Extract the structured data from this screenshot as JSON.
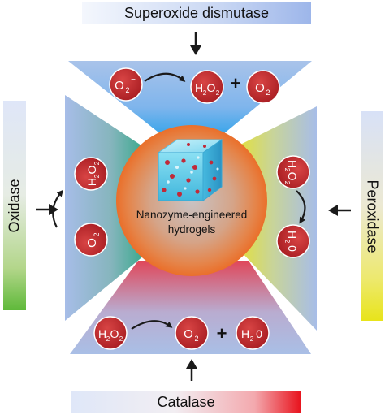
{
  "colors": {
    "top_panel": "#9bb8e6",
    "top_panel_inner": "#3aa2e8",
    "bottom_panel": "#9bb8e6",
    "bottom_panel_inner": "#e34d5c",
    "left_panel": "#9bb8e6",
    "left_panel_inner": "#3aa98f",
    "right_panel": "#9bb8e6",
    "right_panel_inner": "#e2df3a",
    "circle_outer": "#e9742e",
    "circle_inner": "#c7c1c1",
    "molecule": "#c0282a",
    "arrow": "#1a1a1a"
  },
  "enzymes": {
    "top": "Superoxide dismutase",
    "bottom": "Catalase",
    "left": "Oxidase",
    "right": "Peroxidase"
  },
  "center": {
    "line1": "Nanozyme-engineered",
    "line2": "hydrogels",
    "icon": "hydrogel-cube-icon"
  },
  "molecules": {
    "o2": "O",
    "o2_sub": "2",
    "superoxide_sup": "−",
    "h2o2_h": "H",
    "h2o2_sub1": "2",
    "h2o2_o": "O",
    "h2o2_sub2": "2",
    "h2o_h": "H",
    "h2o_sub": "2",
    "h2o_o": "0",
    "plus": "+"
  }
}
